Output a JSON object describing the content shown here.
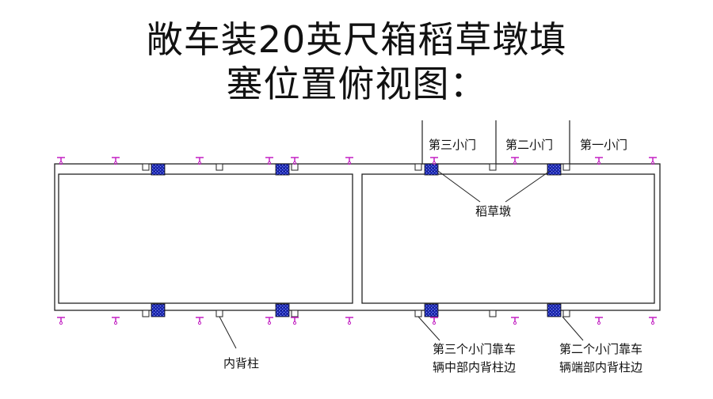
{
  "title": {
    "line1": "敞车装20英尺箱稻草墩填",
    "line2": "塞位置俯视图："
  },
  "labels": {
    "door3": "第三小门",
    "door2": "第二小门",
    "door1": "第一小门",
    "straw_pier": "稻草墩",
    "inner_post": "内背柱",
    "note3_line1": "第三个小门靠车",
    "note3_line2": "辆中部内背柱边",
    "note2_line1": "第二个小门靠车",
    "note2_line2": "辆端部内背柱边"
  },
  "colors": {
    "line": "#222222",
    "pier_fill": "#1f2bb3",
    "stake": "#c21fc2",
    "title": "#111111"
  }
}
